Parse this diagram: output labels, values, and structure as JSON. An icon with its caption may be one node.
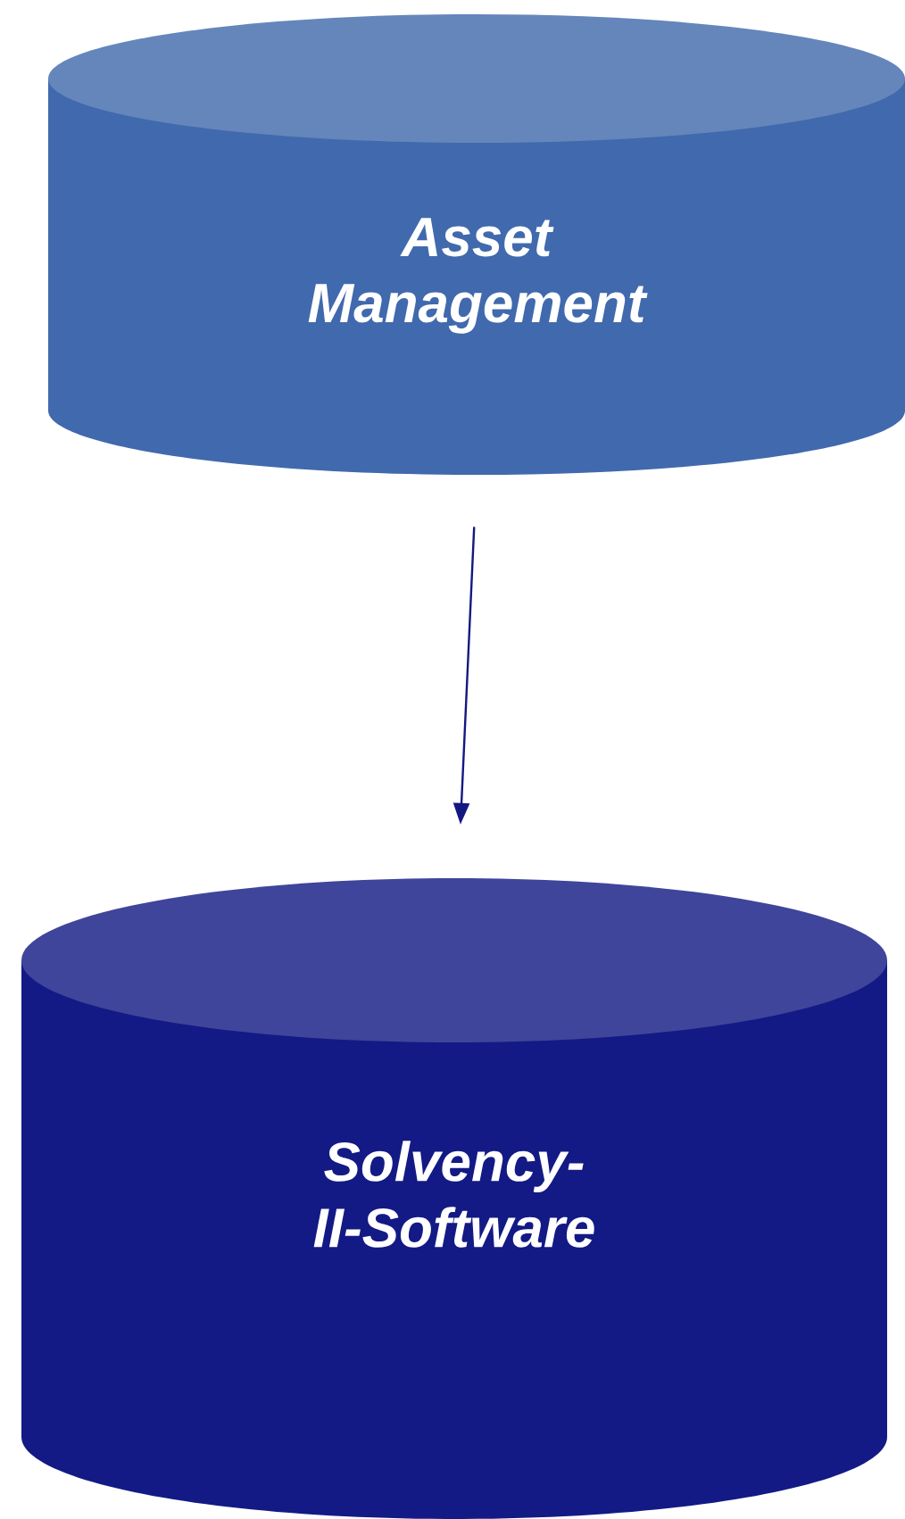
{
  "diagram": {
    "nodes": [
      {
        "text": [
          "Asset Management"
        ]
      },
      {
        "text": [
          "Solvency-II-Software"
        ]
      }
    ],
    "edges": [
      {
        "from": 0,
        "to": 1,
        "arrow": "to"
      }
    ]
  }
}
